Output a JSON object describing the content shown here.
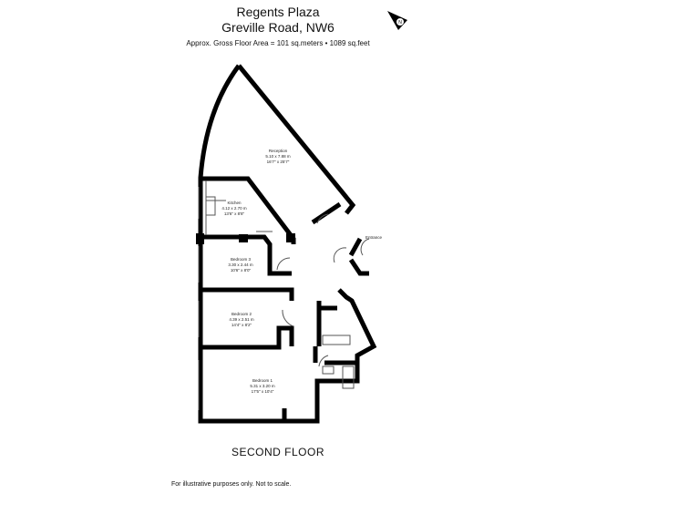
{
  "header": {
    "title_line1": "Regents Plaza",
    "title_line2": "Greville Road, NW6",
    "area": "Approx. Gross  Floor Area  = 101 sq.meters  •  1089 sq.feet"
  },
  "compass": {
    "icon": "north-arrow-icon",
    "label": "N"
  },
  "rooms": [
    {
      "name": "Reception",
      "metric": "5.10 x 7.88 m",
      "imperial": "16'7\" x 25'7\""
    },
    {
      "name": "Kitchen",
      "metric": "4.12 x 2.70 m",
      "imperial": "13'6\" x 8'8\""
    },
    {
      "name": "Bedroom 3",
      "metric": "3.30 x 2.44 m",
      "imperial": "10'6\" x 8'0\""
    },
    {
      "name": "Bedroom 2",
      "metric": "4.39 x 2.51 m",
      "imperial": "14'4\" x 8'2\""
    },
    {
      "name": "Bedroom 1",
      "metric": "5.31 x 3.20 m",
      "imperial": "17'5\" x 10'4\""
    }
  ],
  "entrance": "Entrance",
  "floor_label": "SECOND  FLOOR",
  "note": "For illustrative purposes only. Not to scale."
}
